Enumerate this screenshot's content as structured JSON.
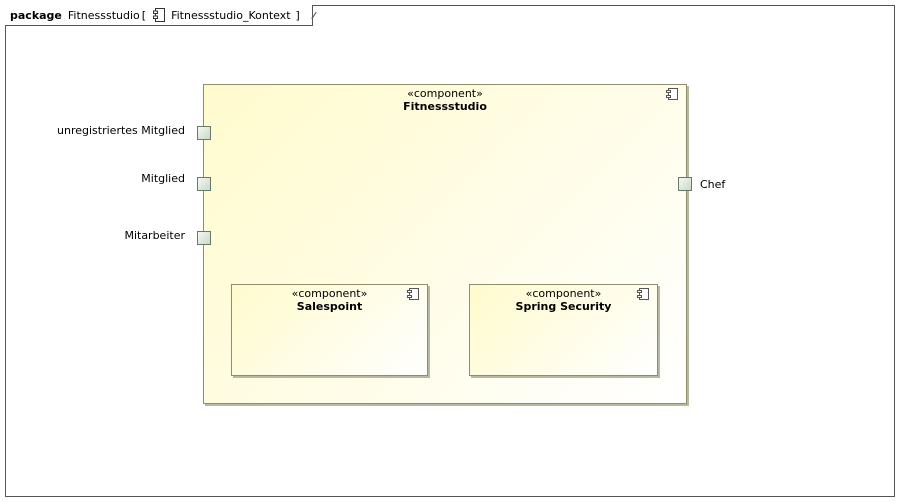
{
  "frame": {
    "keyword": "package",
    "name": "Fitnessstudio",
    "diagram_name": "Fitnessstudio_Kontext",
    "open_bracket": "[",
    "close_bracket": "]"
  },
  "components": [
    {
      "stereotype": "«component»",
      "name": "Fitnessstudio"
    },
    {
      "stereotype": "«component»",
      "name": "Salespoint"
    },
    {
      "stereotype": "«component»",
      "name": "Spring Security"
    }
  ],
  "ports": {
    "left": [
      "unregistriertes Mitglied",
      "Mitglied",
      "Mitarbeiter"
    ],
    "right": [
      "Chef"
    ]
  },
  "colors": {
    "component_fill": "#fffbcd",
    "component_border": "#8f8d6a",
    "port_fill": "#c9d9c9"
  }
}
